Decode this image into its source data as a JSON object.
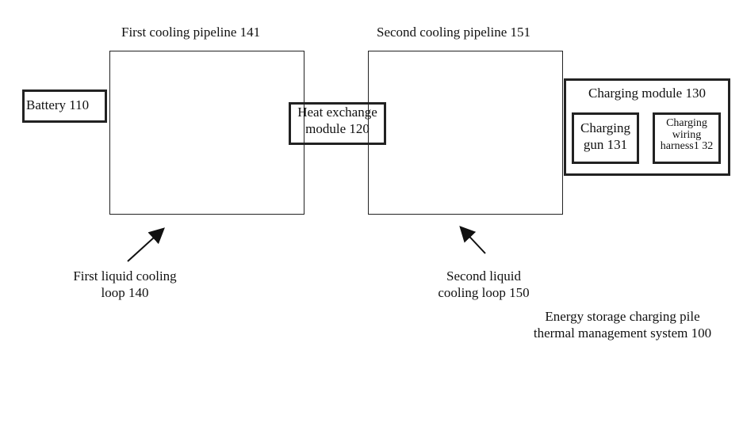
{
  "labels": {
    "first_pipeline": "First cooling pipeline 141",
    "second_pipeline": "Second cooling pipeline 151",
    "battery": "Battery 110",
    "heat_exchange_line1": "Heat exchange",
    "heat_exchange_line2": "module 120",
    "charging_module": "Charging module 130",
    "charging_gun_line1": "Charging",
    "charging_gun_line2": "gun  131",
    "harness_line1": "Charging",
    "harness_line2": "wiring",
    "harness_line3": "harness1 32",
    "first_loop_line1": "First liquid cooling",
    "first_loop_line2": "loop 140",
    "second_loop_line1": "Second liquid",
    "second_loop_line2": "cooling loop 150",
    "system_line1": "Energy storage charging pile",
    "system_line2": "thermal management system  100"
  }
}
